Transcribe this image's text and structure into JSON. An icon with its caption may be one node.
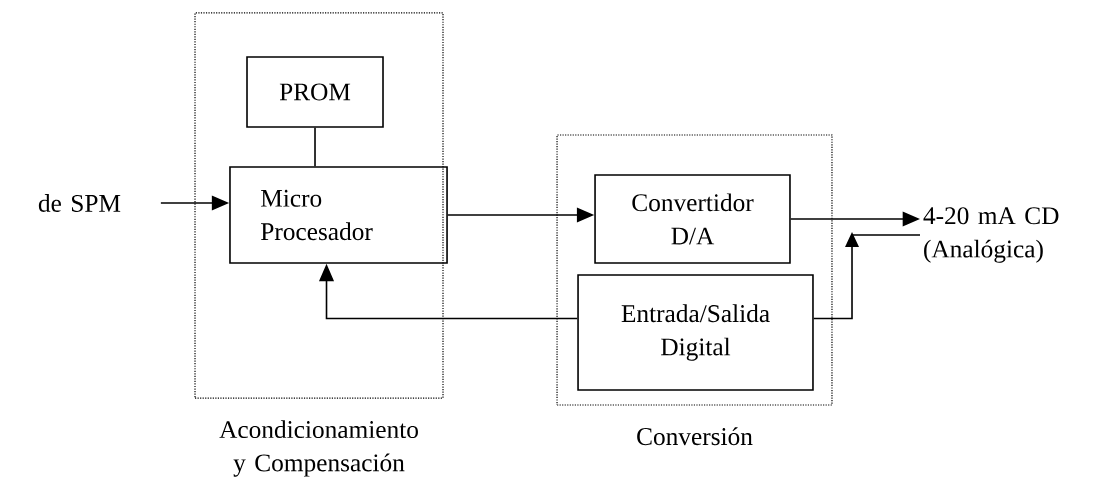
{
  "diagram": {
    "nodes": [
      {
        "text": [
          "de SPM"
        ]
      },
      {
        "text": [
          "Acondicionamiento y Compensación"
        ]
      },
      {
        "text": [
          "PROM"
        ],
        "in": 1
      },
      {
        "text": [
          "Micro Procesador"
        ],
        "in": 1
      },
      {
        "text": [
          "Conversión"
        ]
      },
      {
        "text": [
          "Convertidor D/A"
        ],
        "in": 4
      },
      {
        "text": [
          "Entrada/Salida Digital"
        ],
        "in": 4
      },
      {
        "text": [
          "4-20 mA CD (Analógica)"
        ]
      }
    ],
    "edges": [
      {
        "from": 0,
        "to": 3,
        "arrow": "to"
      },
      {
        "from": 2,
        "to": 3,
        "arrow": "none"
      },
      {
        "from": 3,
        "to": 5,
        "arrow": "to"
      },
      {
        "from": 6,
        "to": 3,
        "arrow": "to"
      },
      {
        "from": 5,
        "to": 7,
        "arrow": "to"
      },
      {
        "from": 6,
        "to": 7,
        "arrow": "to"
      }
    ]
  }
}
